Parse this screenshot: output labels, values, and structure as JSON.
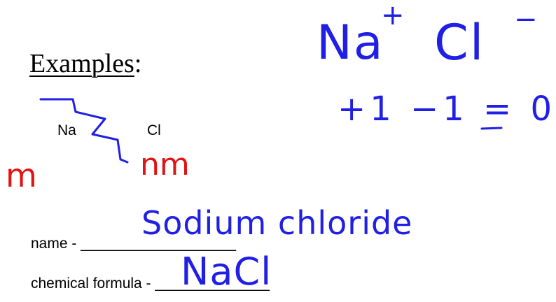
{
  "printed": {
    "title": "Examples",
    "title_colon": ":",
    "element_left": "Na",
    "element_right": "Cl",
    "name_label": "name - ",
    "name_blank": "___________________",
    "formula_label": "chemical formula - ",
    "formula_blank": "______________"
  },
  "handwriting": {
    "ion_na": "Na",
    "ion_na_charge": "+",
    "ion_cl": "Cl",
    "ion_cl_charge": "−",
    "charge_sum": "+1 −1 = 0",
    "metal_mark": "m",
    "nonmetal_mark": "nm",
    "name_answer": "Sodium chloride",
    "formula_answer": "NaCl"
  },
  "colors": {
    "blue_ink": "#1f1fe6",
    "red_ink": "#e01414",
    "text": "#000000"
  }
}
